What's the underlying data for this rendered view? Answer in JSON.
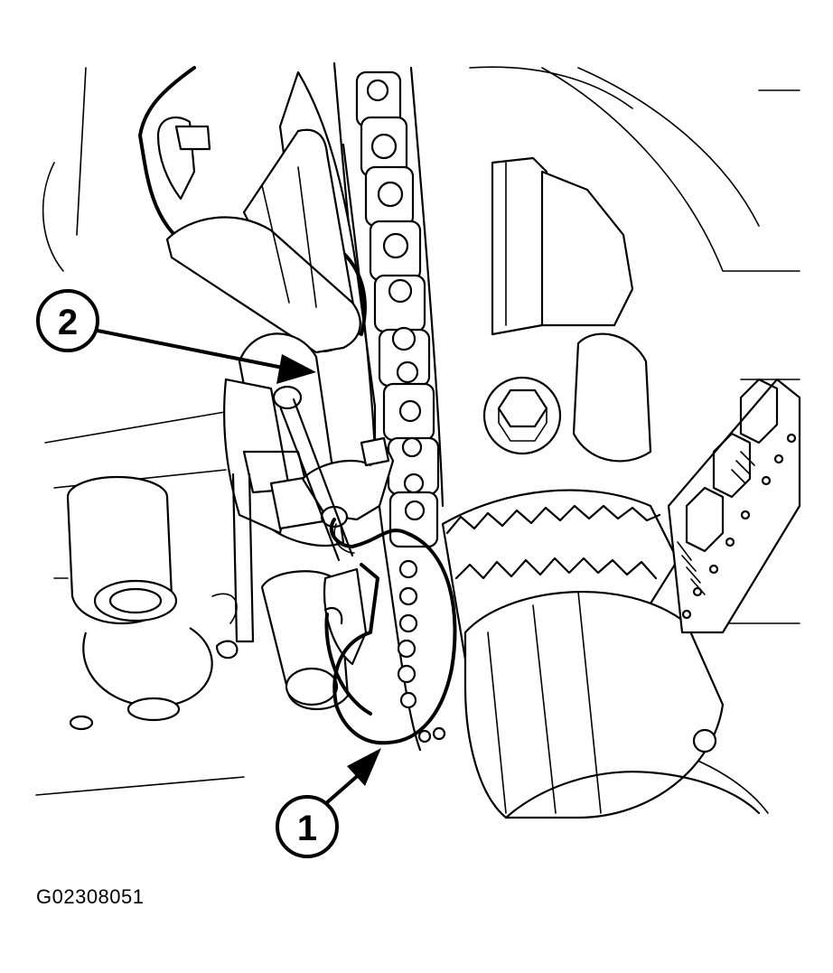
{
  "figure_id": "G02308051",
  "callouts": [
    {
      "label": "1"
    },
    {
      "label": "2"
    }
  ],
  "colors": {
    "line": "#000000",
    "background": "#ffffff"
  }
}
